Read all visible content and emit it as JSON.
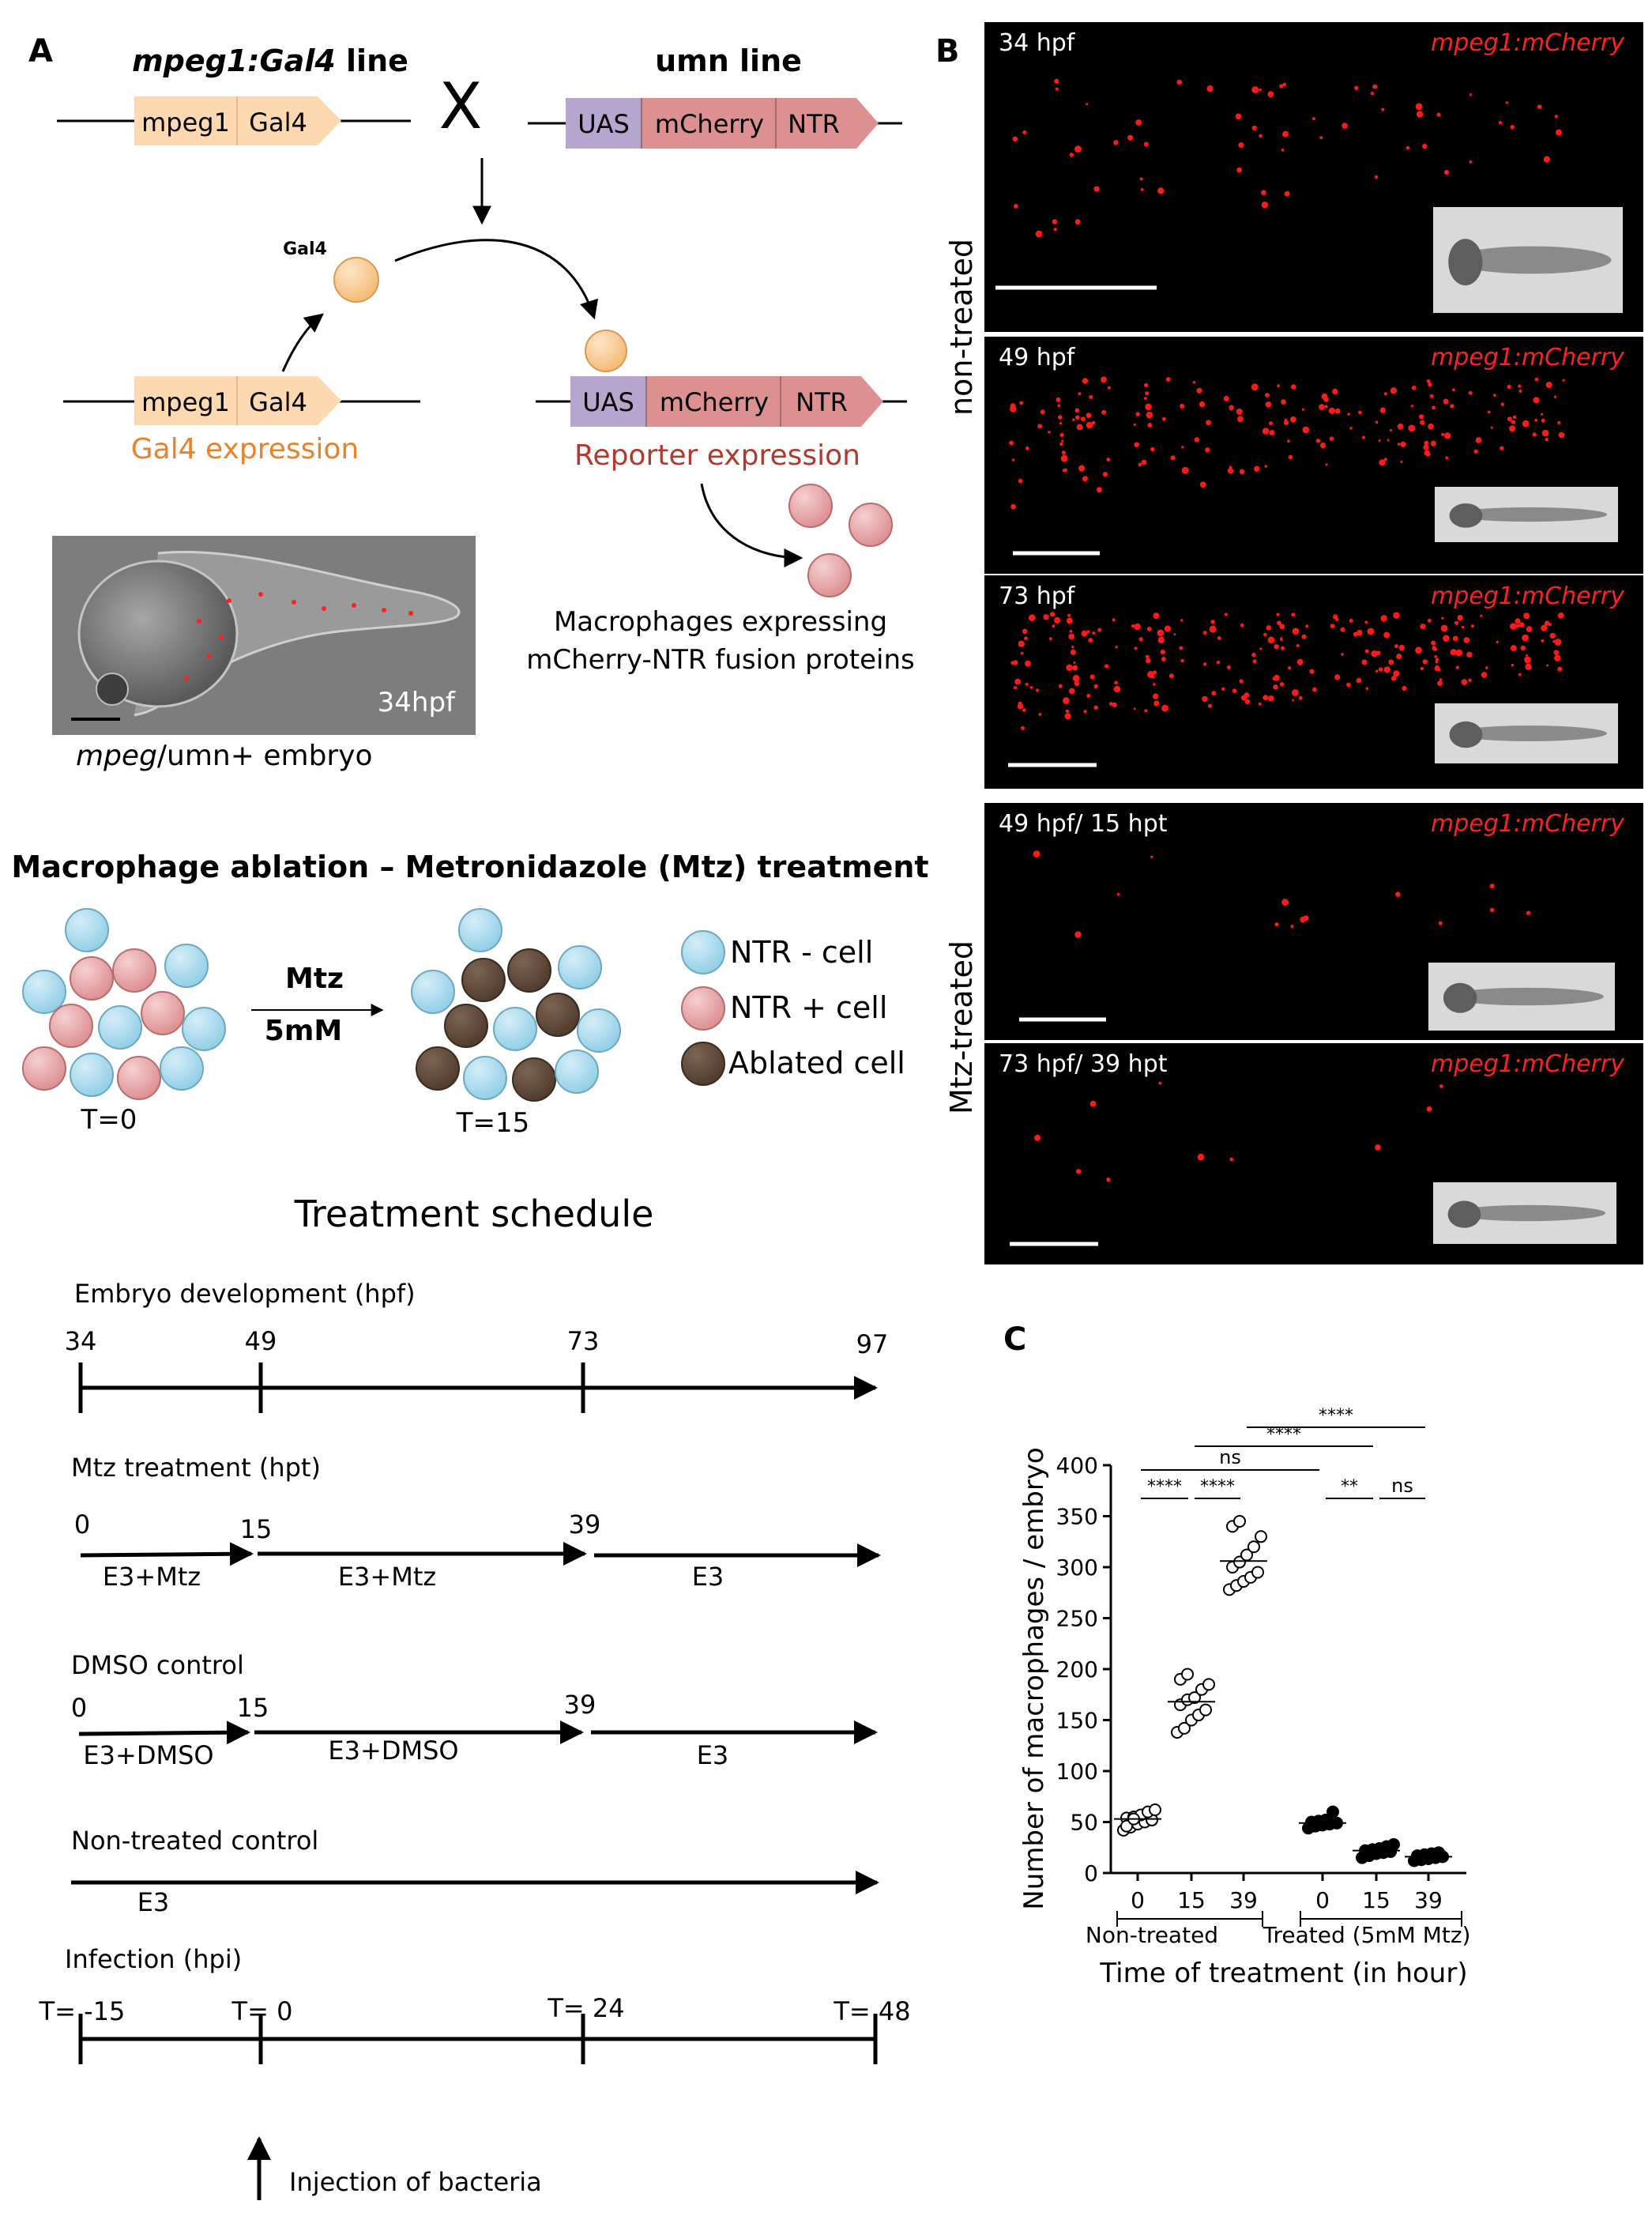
{
  "panel_a": {
    "letter": "A",
    "mpeg_line_title": "mpeg1:Gal4",
    "line_suffix": " line",
    "umn_line_title": "umn line",
    "cross_symbol": "X",
    "seg_mpeg1": "mpeg1",
    "seg_gal4": "Gal4",
    "seg_uas": "UAS",
    "seg_mcherry": "mCherry",
    "seg_ntr": "NTR",
    "gal4_protein_label": "Gal4",
    "gal4_expression": "Gal4 expression",
    "reporter_expression": "Reporter expression",
    "macrophage_caption_1": "Macrophages expressing",
    "macrophage_caption_2": "mCherry-NTR fusion proteins",
    "photo_stage": "34hpf",
    "embryo_caption_italic": "mpeg",
    "embryo_caption_rest": "/umn+ embryo",
    "ablation_title": "Macrophage ablation – Metronidazole (Mtz) treatment",
    "drug_name": "Mtz",
    "drug_dose": "5mM",
    "t0_label": "T=0",
    "t15_label": "T=15",
    "legend_ntr_minus": "NTR - cell",
    "legend_ntr_plus": "NTR + cell",
    "legend_ablated": "Ablated cell",
    "schedule_title": "Treatment schedule",
    "dev_label": "Embryo development (hpf)",
    "dev_ticks": [
      "34",
      "49",
      "73",
      "97"
    ],
    "mtz_label": "Mtz treatment (hpt)",
    "mtz_ticks": [
      "0",
      "15",
      "39"
    ],
    "mtz_segments": [
      "E3+Mtz",
      "E3+Mtz",
      "E3"
    ],
    "dmso_label": "DMSO control",
    "dmso_ticks": [
      "0",
      "15",
      "39"
    ],
    "dmso_segments": [
      "E3+DMSO",
      "E3+DMSO",
      "E3"
    ],
    "nontreated_label": "Non-treated control",
    "nontreated_segment": "E3",
    "infection_label": "Infection (hpi)",
    "infection_ticks": [
      "T= -15",
      "T= 0",
      "T= 24",
      "T= 48"
    ],
    "injection_label": "Injection of bacteria",
    "colors": {
      "gal4_orange": "#fcd9b0",
      "uas_purple": "#b6a6cd",
      "mcherry_red": "#dd9090",
      "ntr_minus": "#a9d8ea",
      "ntr_plus": "#e3a3a4",
      "ablated": "#5b4636",
      "expression_text_orange": "#e8822d",
      "expression_text_red": "#b03a30"
    }
  },
  "panel_b": {
    "letter": "B",
    "group_non_treated": "non-treated",
    "group_mtz_treated": "Mtz-treated",
    "reporter": "mpeg1:mCherry",
    "images": [
      {
        "stage": "34 hpf"
      },
      {
        "stage": "49 hpf"
      },
      {
        "stage": "73 hpf"
      },
      {
        "stage": "49 hpf/ 15 hpt"
      },
      {
        "stage": "73 hpf/ 39 hpt"
      }
    ]
  },
  "panel_c": {
    "letter": "C",
    "y_label": "Number of macrophages / embryo",
    "x_label": "Time of treatment (in hour)",
    "group_labels": [
      "Non-treated",
      "Treated (5mM Mtz)"
    ],
    "significance": [
      "****",
      "****",
      "ns",
      "****",
      "****",
      "**",
      "ns"
    ]
  },
  "chart_data": {
    "type": "scatter",
    "xlabel": "Time of treatment (in hour)",
    "ylabel": "Number of macrophages / embryo",
    "ylim": [
      0,
      400
    ],
    "y_ticks": [
      0,
      50,
      100,
      150,
      200,
      250,
      300,
      350,
      400
    ],
    "categories": [
      "0",
      "15",
      "39",
      "0",
      "15",
      "39"
    ],
    "groups": [
      "Non-treated",
      "Non-treated",
      "Non-treated",
      "Treated (5mM Mtz)",
      "Treated (5mM Mtz)",
      "Treated (5mM Mtz)"
    ],
    "series": [
      {
        "name": "Non-treated",
        "marker": "open circle",
        "points": {
          "0": [
            42,
            45,
            48,
            50,
            52,
            54,
            55,
            57,
            60,
            62,
            46,
            53
          ],
          "15": [
            138,
            142,
            150,
            155,
            160,
            165,
            170,
            172,
            180,
            185,
            190,
            195
          ],
          "39": [
            278,
            282,
            286,
            290,
            295,
            300,
            305,
            312,
            320,
            330,
            340,
            345
          ]
        },
        "means": {
          "0": 53,
          "15": 168,
          "39": 306
        }
      },
      {
        "name": "Treated (5mM Mtz)",
        "marker": "filled circle",
        "points": {
          "0": [
            44,
            46,
            47,
            48,
            49,
            50,
            51,
            52,
            60
          ],
          "15": [
            15,
            17,
            19,
            20,
            21,
            22,
            23,
            24,
            26,
            28
          ],
          "39": [
            12,
            13,
            14,
            15,
            16,
            17,
            18,
            19,
            20
          ]
        },
        "means": {
          "0": 49,
          "15": 22,
          "39": 16
        }
      }
    ],
    "comparisons": [
      {
        "a": 0,
        "b": 1,
        "label": "****"
      },
      {
        "a": 1,
        "b": 2,
        "label": "****"
      },
      {
        "a": 0,
        "b": 3,
        "label": "ns"
      },
      {
        "a": 1,
        "b": 4,
        "label": "****"
      },
      {
        "a": 2,
        "b": 5,
        "label": "****"
      },
      {
        "a": 3,
        "b": 4,
        "label": "**"
      },
      {
        "a": 4,
        "b": 5,
        "label": "ns"
      }
    ],
    "grid": false
  }
}
